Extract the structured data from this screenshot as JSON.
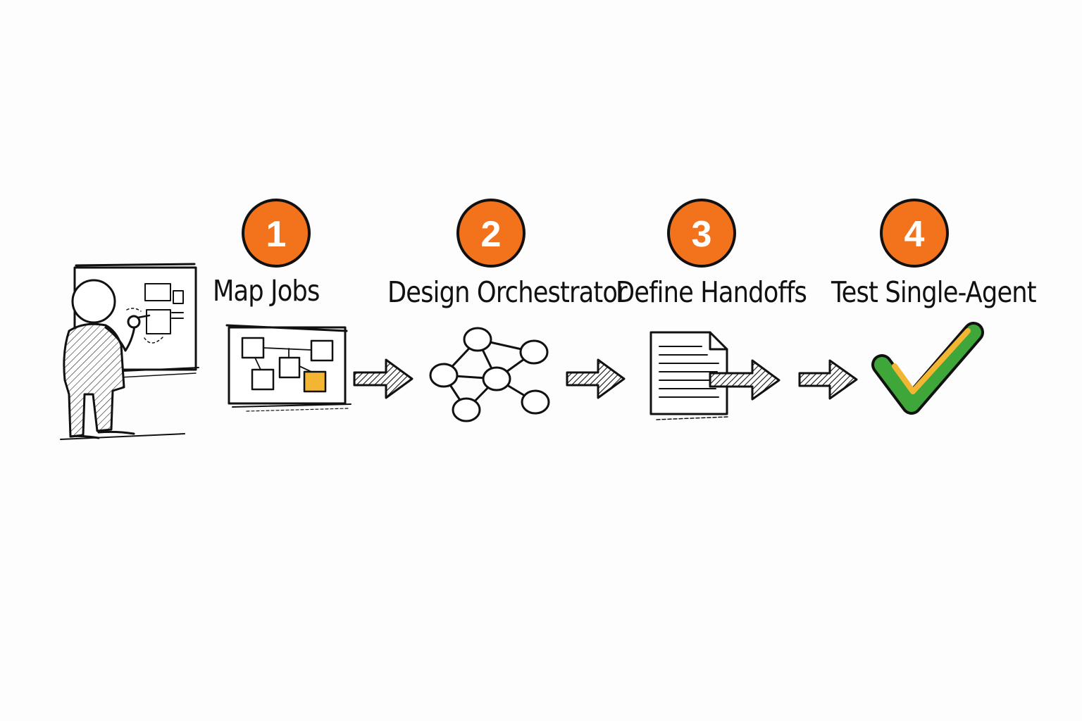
{
  "steps": [
    {
      "number": "1",
      "label": "Map Jobs"
    },
    {
      "number": "2",
      "label": "Design Orchestrator"
    },
    {
      "number": "3",
      "label": "Define Handoffs"
    },
    {
      "number": "4",
      "label": "Test Single-Agent"
    }
  ],
  "colors": {
    "badge": "#f2731c",
    "ink": "#111111",
    "sticky_note": "#f2b632",
    "check_green": "#3fa73a",
    "check_yellow": "#f2b632"
  },
  "icons": [
    "person-at-whiteboard-icon",
    "job-map-board-icon",
    "network-graph-icon",
    "document-icon",
    "checkmark-icon",
    "arrow-right-icon"
  ]
}
